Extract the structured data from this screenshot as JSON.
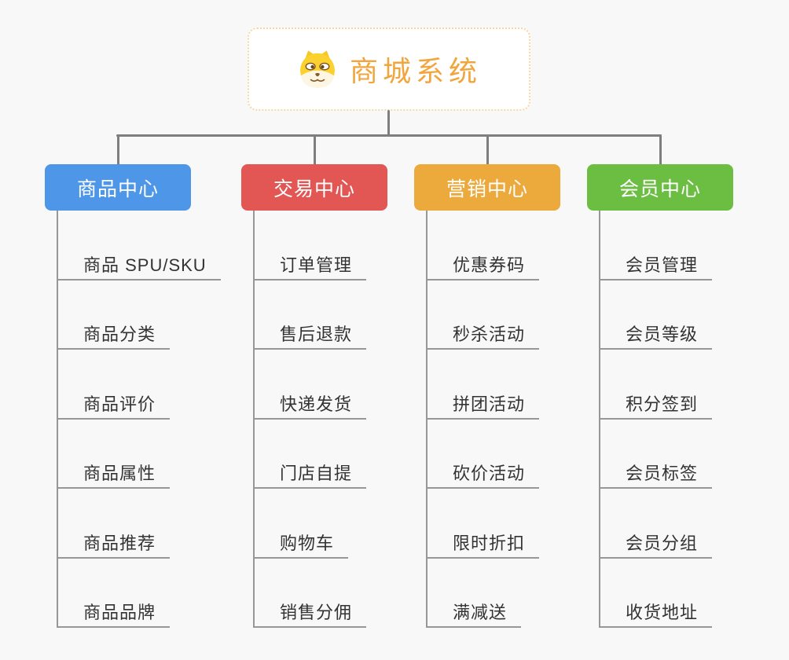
{
  "page": {
    "background_color": "#f8f8f8",
    "connector_color": "#7e7e7e",
    "leaf_line_color": "#979797",
    "leaf_text_color": "#333333"
  },
  "root": {
    "title": "商城系统",
    "icon": "doge-icon",
    "text_color": "#f1a53d",
    "border_color": "#f6d8a2",
    "fill_color": "#ffffff"
  },
  "branches": [
    {
      "label": "商品中心",
      "color": "#4d96e8",
      "children": [
        "商品 SPU/SKU",
        "商品分类",
        "商品评价",
        "商品属性",
        "商品推荐",
        "商品品牌"
      ]
    },
    {
      "label": "交易中心",
      "color": "#e25654",
      "children": [
        "订单管理",
        "售后退款",
        "快递发货",
        "门店自提",
        "购物车",
        "销售分佣"
      ]
    },
    {
      "label": "营销中心",
      "color": "#eca93c",
      "children": [
        "优惠券码",
        "秒杀活动",
        "拼团活动",
        "砍价活动",
        "限时折扣",
        "满减送"
      ]
    },
    {
      "label": "会员中心",
      "color": "#6cbe43",
      "children": [
        "会员管理",
        "会员等级",
        "积分签到",
        "会员标签",
        "会员分组",
        "收货地址"
      ]
    }
  ]
}
